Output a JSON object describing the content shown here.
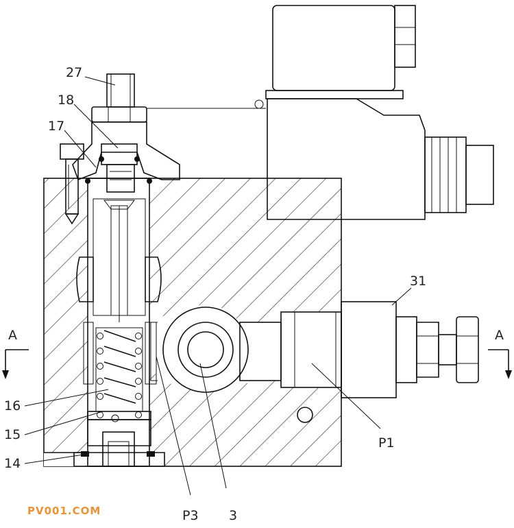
{
  "labels": {
    "p27": "27",
    "p18": "18",
    "p17": "17",
    "p31": "31",
    "p16": "16",
    "p15": "15",
    "p14": "14",
    "p1": "P1",
    "p3": "P3",
    "n3": "3",
    "section_left": "A",
    "section_right": "A"
  },
  "watermark": "PV001.COM",
  "colors": {
    "line": "#111111",
    "watermark": "#e8923a"
  }
}
